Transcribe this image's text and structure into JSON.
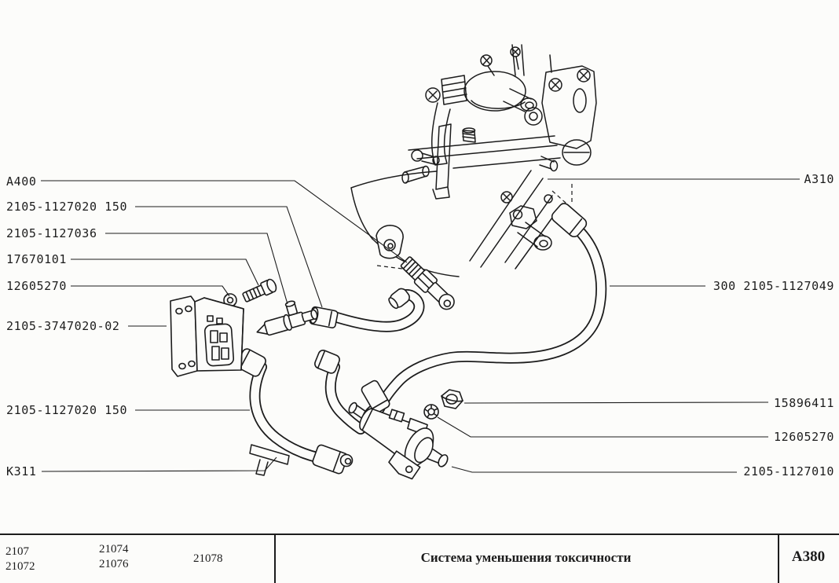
{
  "doc": {
    "title": "Система уменьшения токсичности",
    "page_code": "A380",
    "ink_color": "#1c1c1c",
    "paper_color": "#fcfcfa"
  },
  "callouts": {
    "left": [
      {
        "id": "a400",
        "text": "A400"
      },
      {
        "id": "hose-150-upper",
        "text": "2105-1127020 150"
      },
      {
        "id": "valve-036",
        "text": "2105-1127036"
      },
      {
        "id": "bolt-17670101",
        "text": "17670101"
      },
      {
        "id": "washer-12605270",
        "text": "12605270"
      },
      {
        "id": "relay-3747020",
        "text": "2105-3747020-02"
      },
      {
        "id": "hose-150-lower",
        "text": "2105-1127020 150"
      },
      {
        "id": "k311",
        "text": "K311"
      }
    ],
    "right": [
      {
        "id": "a310",
        "text": "A310"
      },
      {
        "id": "hose-049",
        "text": "300 2105-1127049"
      },
      {
        "id": "nut-15896411",
        "text": "15896411"
      },
      {
        "id": "washer-12605270",
        "text": "12605270"
      },
      {
        "id": "valve-1127010",
        "text": "2105-1127010"
      }
    ]
  },
  "footer": {
    "models_col1": [
      "2107",
      "21072"
    ],
    "models_col2": [
      "21074",
      "21076"
    ],
    "models_col3": [
      "21078"
    ],
    "title": "Система уменьшения токсичности",
    "code": "A380"
  }
}
